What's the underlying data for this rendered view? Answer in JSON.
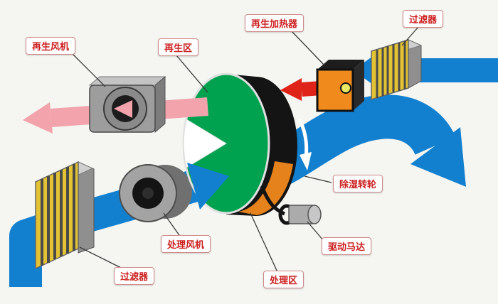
{
  "diagram": {
    "labels": {
      "regen_fan": "再生风机",
      "regen_zone": "再生区",
      "regen_heater": "再生加热器",
      "filter_top": "过滤器",
      "wheel": "除湿转轮",
      "drive_motor": "驱动马达",
      "process_zone": "处理区",
      "process_fan": "处理风机",
      "filter_bottom": "过滤器"
    },
    "colors": {
      "process_air_blue": "#1280cf",
      "regen_air_pink": "#f2a3ab",
      "hot_air_red": "#e02318",
      "wheel_green": "#00a24f",
      "wheel_orange": "#e5821c",
      "heater_orange": "#f08a1c",
      "filter_yellow": "#e3c333",
      "label_text_red": "#cc1f1f"
    }
  }
}
